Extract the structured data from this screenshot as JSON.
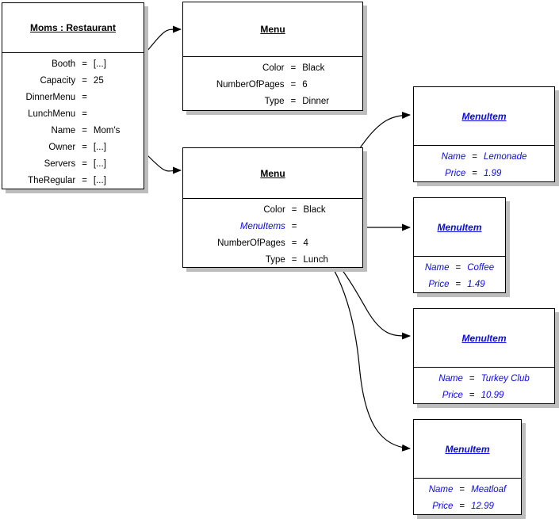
{
  "colors": {
    "accent": "#0b0be0",
    "shadow": "#bdbdbd",
    "border": "#000000"
  },
  "equals_sign": "=",
  "boxes": {
    "restaurant": {
      "title": "Moms : Restaurant",
      "rows": [
        {
          "name": "Booth",
          "value": "[...]"
        },
        {
          "name": "Capacity",
          "value": "25"
        },
        {
          "name": "DinnerMenu",
          "value": ""
        },
        {
          "name": "LunchMenu",
          "value": ""
        },
        {
          "name": "Name",
          "value": "Mom's"
        },
        {
          "name": "Owner",
          "value": "[...]"
        },
        {
          "name": "Servers",
          "value": "[...]"
        },
        {
          "name": "TheRegular",
          "value": "[...]"
        }
      ]
    },
    "dinner_menu": {
      "title": "Menu",
      "rows": [
        {
          "name": "Color",
          "value": "Black"
        },
        {
          "name": "NumberOfPages",
          "value": "6"
        },
        {
          "name": "Type",
          "value": "Dinner"
        }
      ]
    },
    "lunch_menu": {
      "title": "Menu",
      "rows": [
        {
          "name": "Color",
          "value": "Black"
        },
        {
          "name": "MenuItems",
          "value": "",
          "ref": true
        },
        {
          "name": "NumberOfPages",
          "value": "4"
        },
        {
          "name": "Type",
          "value": "Lunch"
        }
      ]
    },
    "item_lemonade": {
      "title": "MenuItem",
      "rows": [
        {
          "name": "Name",
          "value": "Lemonade"
        },
        {
          "name": "Price",
          "value": "1.99"
        }
      ]
    },
    "item_coffee": {
      "title": "MenuItem",
      "rows": [
        {
          "name": "Name",
          "value": "Coffee"
        },
        {
          "name": "Price",
          "value": "1.49"
        }
      ]
    },
    "item_turkey": {
      "title": "MenuItem",
      "rows": [
        {
          "name": "Name",
          "value": "Turkey Club"
        },
        {
          "name": "Price",
          "value": "10.99"
        }
      ]
    },
    "item_meatloaf": {
      "title": "MenuItem",
      "rows": [
        {
          "name": "Name",
          "value": "Meatloaf"
        },
        {
          "name": "Price",
          "value": "12.99"
        }
      ]
    }
  }
}
